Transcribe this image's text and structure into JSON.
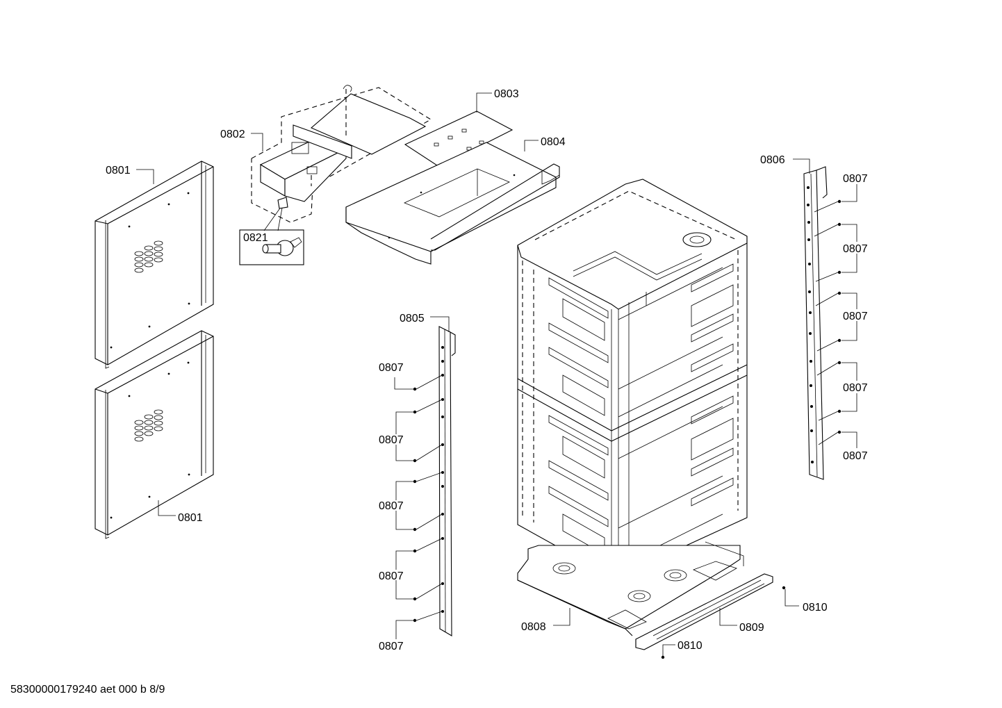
{
  "labels": {
    "p0801_top": "0801",
    "p0801_bottom": "0801",
    "p0802": "0802",
    "p0803": "0803",
    "p0804": "0804",
    "p0805": "0805",
    "p0806": "0806",
    "p0807_l1": "0807",
    "p0807_l2": "0807",
    "p0807_l3": "0807",
    "p0807_l4": "0807",
    "p0807_l5": "0807",
    "p0807_r1": "0807",
    "p0807_r2": "0807",
    "p0807_r3": "0807",
    "p0807_r4": "0807",
    "p0807_r5": "0807",
    "p0808": "0808",
    "p0809": "0809",
    "p0810_a": "0810",
    "p0810_b": "0810",
    "p0821": "0821"
  },
  "footer": {
    "document_id": "58300000179240 aet 000 b 8/9"
  }
}
